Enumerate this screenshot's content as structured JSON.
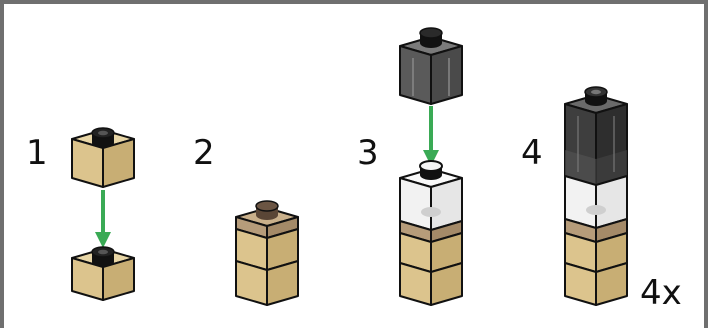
{
  "instruction_page": {
    "steps": [
      {
        "number": "1"
      },
      {
        "number": "2"
      },
      {
        "number": "3"
      },
      {
        "number": "4"
      }
    ],
    "quantity_label": "4x",
    "colors": {
      "tan": "#dcc48d",
      "tan_shade": "#bfa56a",
      "dark_tan": "#b69c7a",
      "transparent_clear": "#f4f4f4",
      "transparent_black": "#5a5a5a",
      "stud_black": "#111111",
      "arrow_green": "#3aaa55",
      "outline": "#111111"
    }
  }
}
